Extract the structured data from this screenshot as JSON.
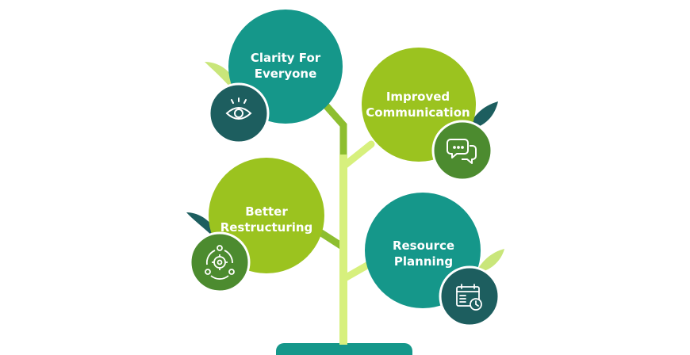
{
  "colors": {
    "teal": "#15978A",
    "lime": "#9BC31F",
    "dark_teal": "#1D5E5F",
    "green": "#4C8B2F",
    "stem": "#D7F07D",
    "branch": "#8DBE2F"
  },
  "nodes": [
    {
      "label": "Clarity For\nEveryone",
      "color": "teal",
      "icon": "eye-icon"
    },
    {
      "label": "Improved\nCommunication",
      "color": "lime",
      "icon": "chat-bubbles-icon"
    },
    {
      "label": "Better\nRestructuring",
      "color": "lime",
      "icon": "team-gear-icon"
    },
    {
      "label": "Resource\nPlanning",
      "color": "teal",
      "icon": "calendar-clock-icon"
    }
  ]
}
